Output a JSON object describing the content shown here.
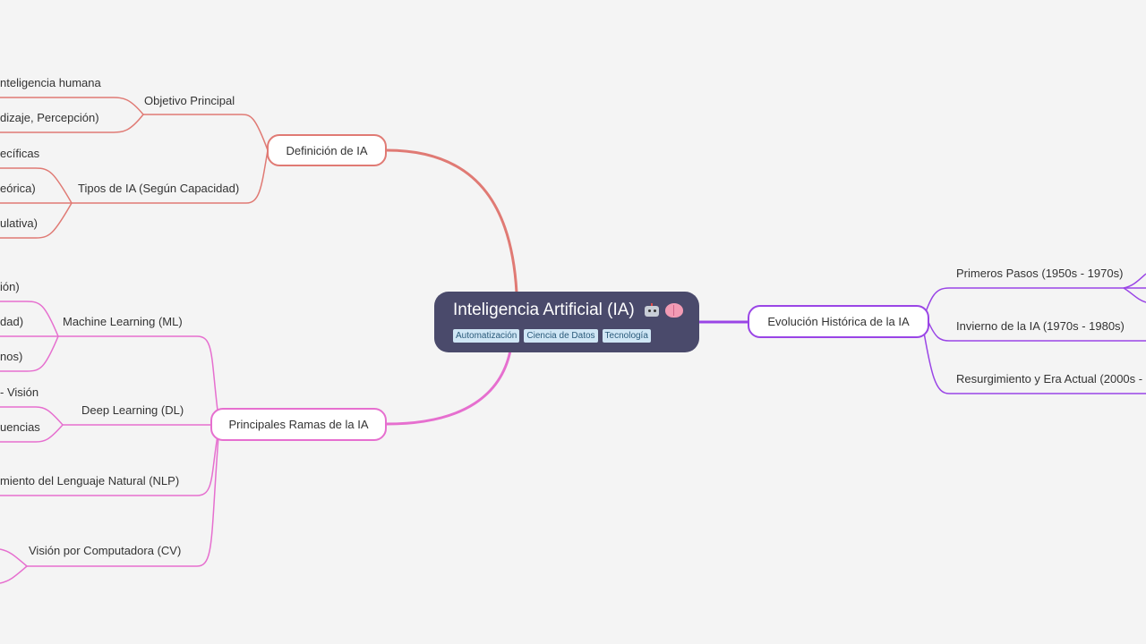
{
  "root": {
    "title": "Inteligencia Artificial (IA)",
    "icons": [
      "robot-icon",
      "brain-icon"
    ],
    "tags": [
      "Automatización",
      "Ciencia de Datos",
      "Tecnología"
    ]
  },
  "branches": {
    "definicion": {
      "label": "Definición de IA",
      "objetivo": {
        "label": "Objetivo Principal",
        "children": [
          "nteligencia humana",
          "dizaje, Percepción)"
        ]
      },
      "tipos": {
        "label": "Tipos de IA (Según Capacidad)",
        "children": [
          "ecíficas",
          "eórica)",
          "ulativa)"
        ]
      }
    },
    "ramas": {
      "label": "Principales Ramas de la IA",
      "ml": {
        "label": "Machine Learning (ML)",
        "children": [
          "ión)",
          "dad)",
          "nos)"
        ]
      },
      "dl": {
        "label": "Deep Learning (DL)",
        "children": [
          "- Visión",
          "uencias"
        ]
      },
      "nlp": {
        "label": "miento del Lenguaje Natural (NLP)"
      },
      "cv": {
        "label": "Visión por Computadora (CV)"
      }
    },
    "evolucion": {
      "label": "Evolución Histórica de la IA",
      "children": [
        "Primeros Pasos (1950s - 1970s)",
        "Invierno de la IA (1970s - 1980s)",
        "Resurgimiento y Era Actual (2000s -"
      ]
    }
  },
  "colors": {
    "background": "#f4f4f4",
    "root": "#4a4a6b",
    "definicion": "#e07a74",
    "ramas": "#e66fcf",
    "evolucion": "#9a45e6",
    "tag": "#cfe6f5"
  }
}
